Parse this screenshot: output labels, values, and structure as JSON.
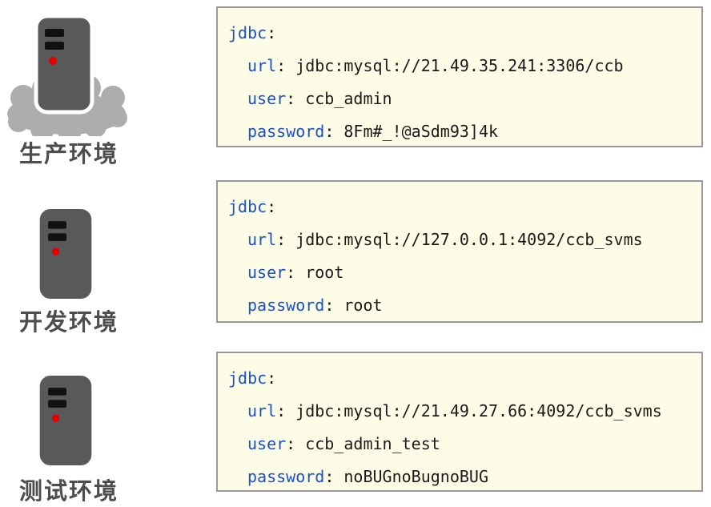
{
  "colors": {
    "box_background": "#fdfde7",
    "box_border": "#999999",
    "yaml_key_blue": "#1a50c8",
    "code_text": "#1a1a1a",
    "label_gray": "#4d4d4d",
    "server_body_gray": "#595959",
    "server_slot_black": "#111111",
    "server_led_red": "#e60000",
    "cloud_gray": "#adadad"
  },
  "syntax": {
    "colon": ":"
  },
  "environments": [
    {
      "label": "生产环境",
      "icon": "server-on-cloud",
      "config": {
        "root_key": "jdbc",
        "entries": [
          {
            "key": "url",
            "value": "jdbc:mysql://21.49.35.241:3306/ccb"
          },
          {
            "key": "user",
            "value": "ccb_admin"
          },
          {
            "key": "password",
            "value": "8Fm#_!@aSdm93]4k"
          }
        ]
      }
    },
    {
      "label": "开发环境",
      "icon": "server",
      "config": {
        "root_key": "jdbc",
        "entries": [
          {
            "key": "url",
            "value": "jdbc:mysql://127.0.0.1:4092/ccb_svms"
          },
          {
            "key": "user",
            "value": "root"
          },
          {
            "key": "password",
            "value": "root"
          }
        ]
      }
    },
    {
      "label": "测试环境",
      "icon": "server",
      "config": {
        "root_key": "jdbc",
        "entries": [
          {
            "key": "url",
            "value": "jdbc:mysql://21.49.27.66:4092/ccb_svms"
          },
          {
            "key": "user",
            "value": "ccb_admin_test"
          },
          {
            "key": "password",
            "value": "noBUGnoBugnoBUG"
          }
        ]
      }
    }
  ]
}
